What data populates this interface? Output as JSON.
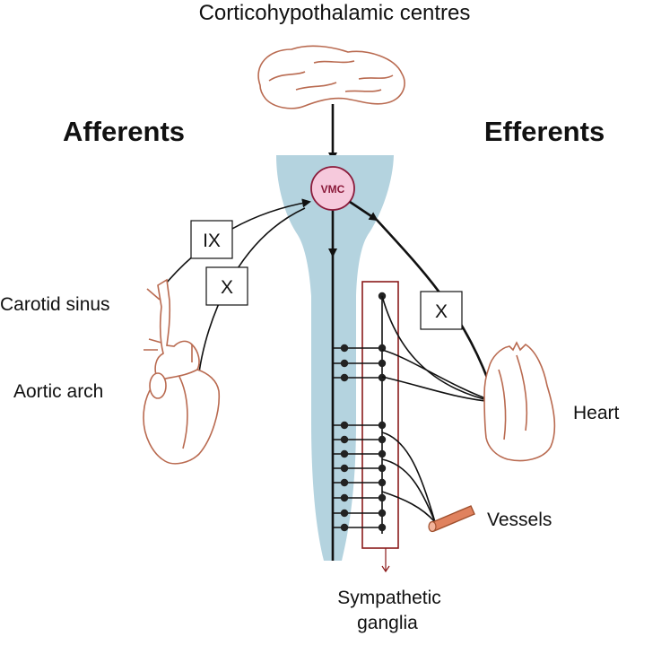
{
  "title": "Corticohypothalamic centres",
  "headings": {
    "afferents": "Afferents",
    "efferents": "Efferents"
  },
  "center": {
    "vmc": "VMC"
  },
  "nerves": {
    "left_upper": "IX",
    "left_lower": "X",
    "right": "X"
  },
  "labels": {
    "carotid_sinus": "Carotid sinus",
    "aortic_arch": "Aortic arch",
    "heart": "Heart",
    "vessels": "Vessels",
    "sympathetic_line1": "Sympathetic",
    "sympathetic_line2": "ganglia"
  },
  "colors": {
    "cord": "#b4d3df",
    "vmc_fill": "#f6c9dc",
    "vmc_stroke": "#8a1a3a",
    "ganglia_box": "#8b1a1a",
    "organ_outline": "#b96a50",
    "vessel_fill": "#e0825e"
  }
}
